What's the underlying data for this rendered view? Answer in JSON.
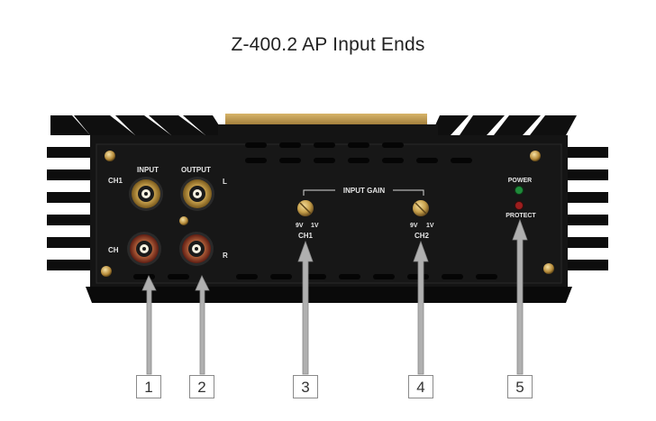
{
  "title": "Z-400.2 AP Input Ends",
  "panel_labels": {
    "ch1_left": "CH1",
    "input": "INPUT",
    "output": "OUTPUT",
    "l": "L",
    "ch_lower": "CH",
    "r": "R",
    "input_gain": "INPUT GAIN",
    "gain_min": "9V",
    "gain_max": "1V",
    "ch1_gain": "CH1",
    "ch2_gain": "CH2",
    "power": "POWER",
    "protect": "PROTECT"
  },
  "callouts": [
    "1",
    "2",
    "3",
    "4",
    "5"
  ],
  "colors": {
    "body": "#121212",
    "heatsink": "#0c0c0c",
    "gold": "#b89145",
    "power_led": "#1f8a3a",
    "protect_led": "#9c1e1e",
    "arrow": "#a8a8a8"
  }
}
